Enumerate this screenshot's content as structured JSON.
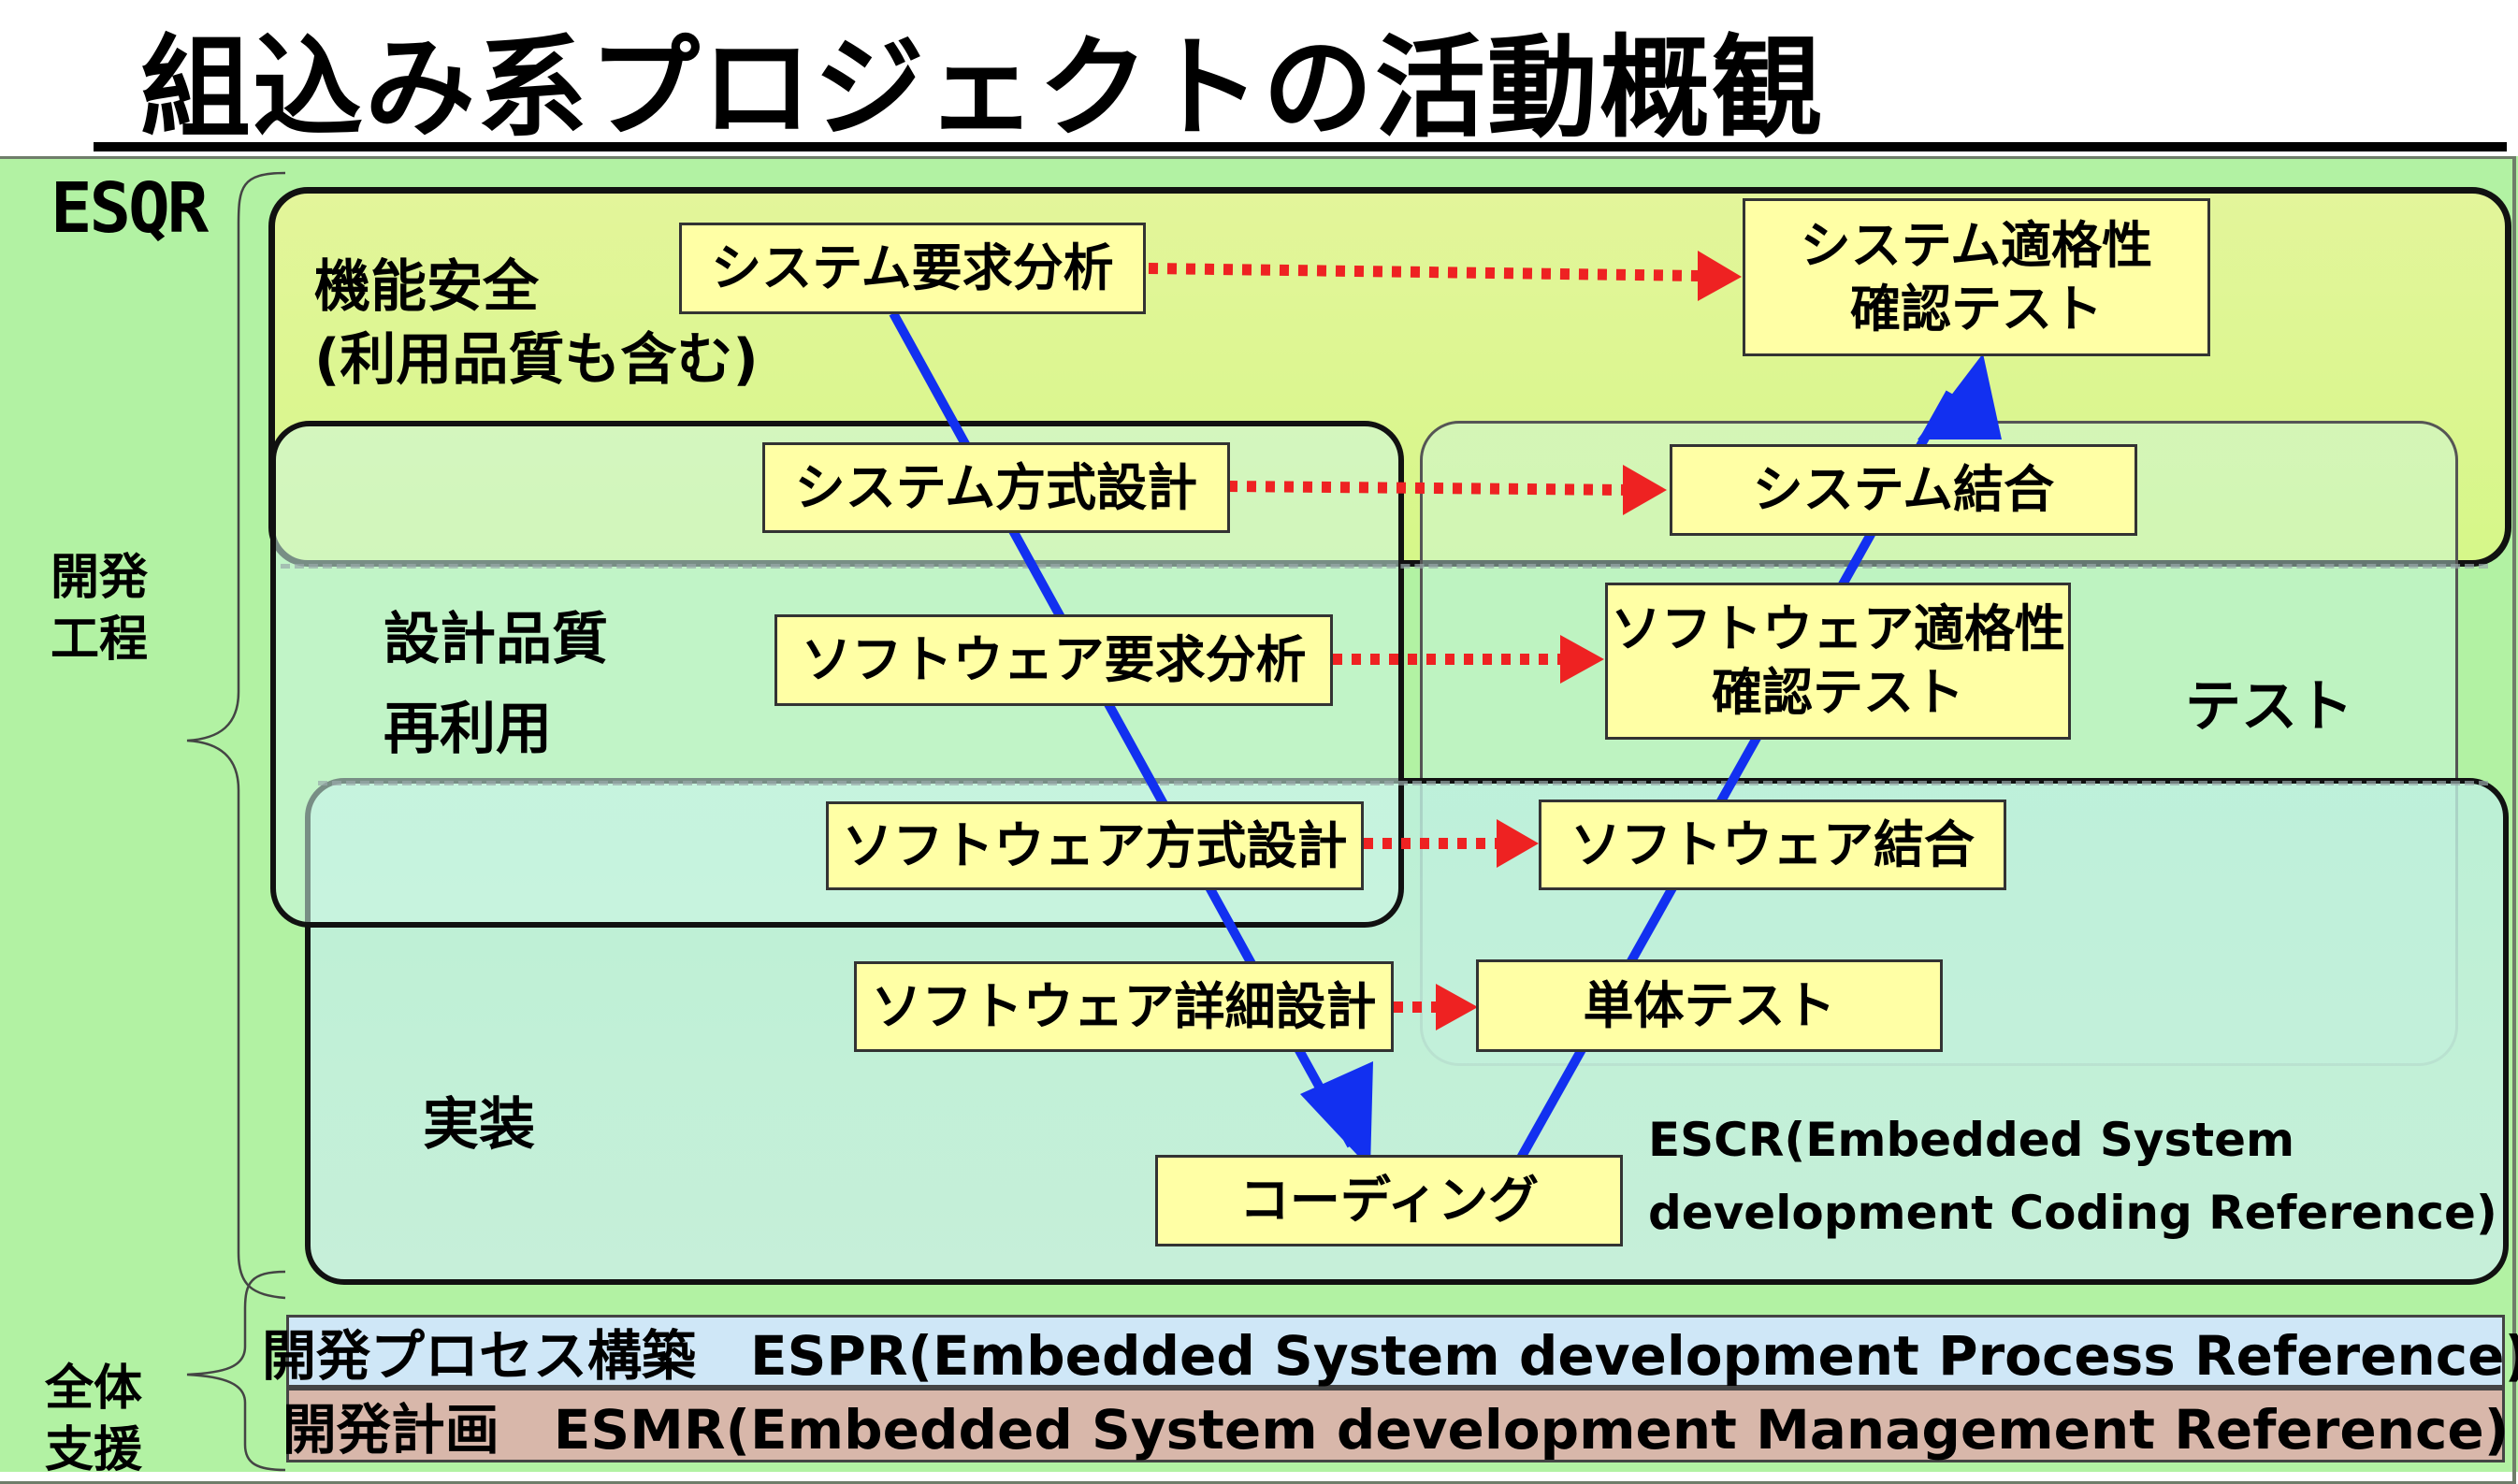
{
  "title": "組込み系プロジェクトの活動概観",
  "side_labels": {
    "esqr": "ESQR",
    "development": "開発\n工程",
    "support": "全体\n支援"
  },
  "regions": {
    "safety": "機能安全\n(利用品質も含む)",
    "design": "設計品質\n再利用",
    "test": "テスト",
    "implementation": "実装"
  },
  "boxes": {
    "sys_req": "システム要求分析",
    "sys_arch": "システム方式設計",
    "sw_req": "ソフトウェア要求分析",
    "sw_arch": "ソフトウェア方式設計",
    "sw_detail": "ソフトウェア詳細設計",
    "coding": "コーディング",
    "unit_test": "単体テスト",
    "sw_integration": "ソフトウェア結合",
    "sw_qual": "ソフトウェア適格性\n確認テスト",
    "sys_integration": "システム結合",
    "sys_qual": "システム適格性\n確認テスト"
  },
  "escr_note": "ESCR(Embedded System\ndevelopment Coding Reference)",
  "bars": {
    "espr": "開発プロセス構築　ESPR(Embedded System development Process Reference)",
    "esmr": "開発計画　ESMR(Embedded System development Management Reference)"
  },
  "colors": {
    "box_fill": "#ffffa5",
    "v_line": "#1230f0",
    "dotted_arrow": "#ee2222",
    "esqr_panel": "#b2f2a3",
    "safety_region": "#dff78e",
    "espr_bar": "#cfe7f7",
    "esmr_bar": "#d8b7aa"
  }
}
